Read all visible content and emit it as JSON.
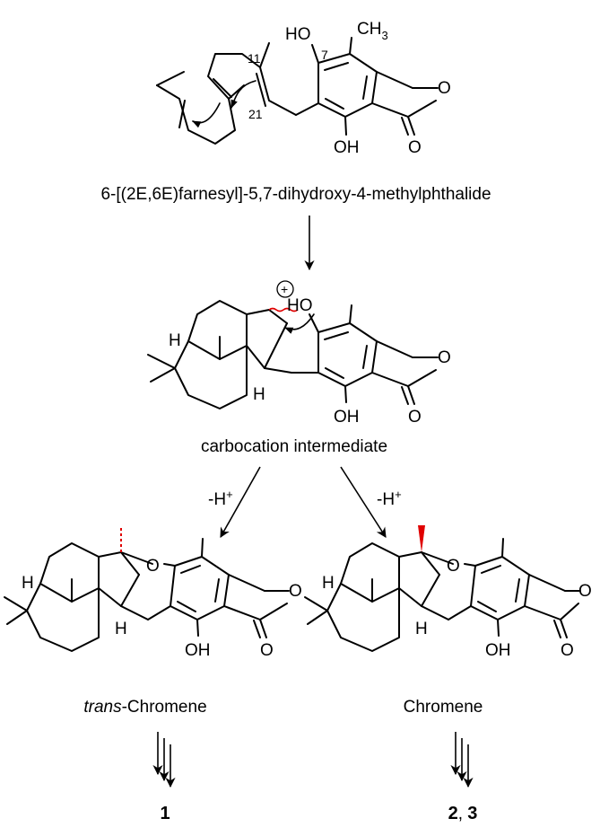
{
  "molecules": {
    "precursor": {
      "name": "6-[(2E,6E)farnesyl]-5,7-dihydroxy-4-methylphthalide",
      "atoms": {
        "ho_top": "HO",
        "ch3": "CH",
        "ch3_sub": "3",
        "ring_o": "O",
        "carbonyl_o": "O",
        "oh_bottom": "OH"
      },
      "numbers": {
        "n7": "7",
        "n11": "11",
        "n21": "21"
      }
    },
    "intermediate": {
      "name": "carbocation intermediate",
      "atoms": {
        "ho": "HO",
        "ring_o": "O",
        "carbonyl_o": "O",
        "oh": "OH",
        "h_top": "H",
        "h_bottom": "H",
        "cation": "+"
      }
    },
    "trans_chromene": {
      "name_italic": "trans",
      "name_rest": "-Chromene",
      "atoms": {
        "pyran_o": "O",
        "ring_o": "O",
        "carbonyl_o": "O",
        "oh": "OH",
        "h_top": "H",
        "h_bottom": "H"
      },
      "product": "1"
    },
    "chromene": {
      "name": "Chromene",
      "atoms": {
        "pyran_o": "O",
        "ring_o": "O",
        "carbonyl_o": "O",
        "oh": "OH",
        "h_top": "H",
        "h_bottom": "H"
      },
      "product_a": "2",
      "product_sep": ", ",
      "product_b": "3"
    }
  },
  "arrows": {
    "left_label": "-H",
    "left_sup": "+",
    "right_label": "-H",
    "right_sup": "+"
  },
  "colors": {
    "ink": "#000000",
    "stereo_red": "#e00000"
  }
}
